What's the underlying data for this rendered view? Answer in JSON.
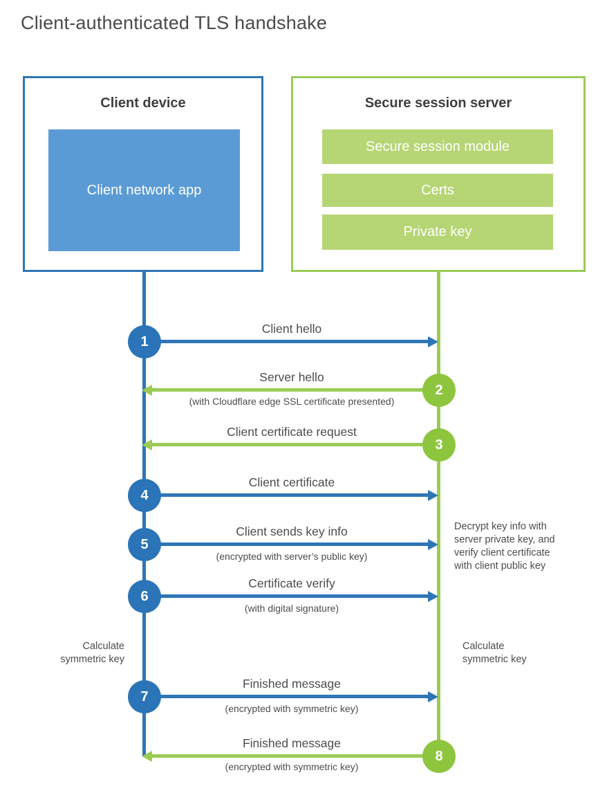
{
  "title": "Client-authenticated TLS handshake",
  "client_box": {
    "title": "Client device",
    "app_label": "Client network app"
  },
  "server_box": {
    "title": "Secure session server",
    "modules": [
      {
        "label": "Secure session module"
      },
      {
        "label": "Certs"
      },
      {
        "label": "Private key"
      }
    ]
  },
  "steps": [
    {
      "num": "1",
      "actor": "client",
      "direction": "right",
      "label": "Client hello",
      "sublabel": ""
    },
    {
      "num": "2",
      "actor": "server",
      "direction": "left",
      "label": "Server hello",
      "sublabel": "(with Cloudflare edge SSL certificate presented)"
    },
    {
      "num": "3",
      "actor": "server",
      "direction": "left",
      "label": "Client certificate request",
      "sublabel": ""
    },
    {
      "num": "4",
      "actor": "client",
      "direction": "right",
      "label": "Client certificate",
      "sublabel": ""
    },
    {
      "num": "5",
      "actor": "client",
      "direction": "right",
      "label": "Client sends key info",
      "sublabel": "(encrypted with server’s public key)"
    },
    {
      "num": "6",
      "actor": "client",
      "direction": "right",
      "label": "Certificate verify",
      "sublabel": "(with digital signature)"
    },
    {
      "num": "7",
      "actor": "client",
      "direction": "right",
      "label": "Finished message",
      "sublabel": "(encrypted with symmetric key)"
    },
    {
      "num": "8",
      "actor": "server",
      "direction": "left",
      "label": "Finished message",
      "sublabel": "(encrypted with symmetric key)"
    }
  ],
  "annotations": {
    "decrypt_note": "Decrypt key info with server private key, and verify client certificate with client public key",
    "calc_symmetric_left": "Calculate symmetric key",
    "calc_symmetric_right": "Calculate symmetric key"
  },
  "colors": {
    "client_line": "#2e75b6",
    "client_fill": "#5b9bd5",
    "client_circle": "#2b74b8",
    "server_line": "#9bcb55",
    "server_fill": "#b6d574",
    "server_circle": "#8ec53f",
    "text": "#4c4c4c"
  }
}
